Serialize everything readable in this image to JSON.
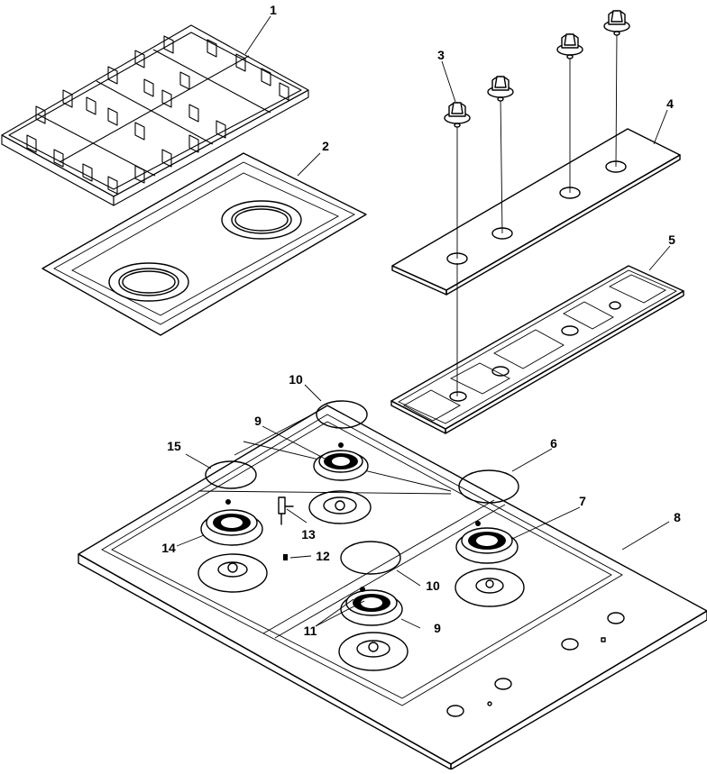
{
  "callouts": [
    {
      "id": "c1",
      "text": "1"
    },
    {
      "id": "c2",
      "text": "2"
    },
    {
      "id": "c3",
      "text": "3"
    },
    {
      "id": "c4",
      "text": "4"
    },
    {
      "id": "c5",
      "text": "5"
    },
    {
      "id": "c6",
      "text": "6"
    },
    {
      "id": "c7",
      "text": "7"
    },
    {
      "id": "c8",
      "text": "8"
    },
    {
      "id": "c9a",
      "text": "9"
    },
    {
      "id": "c9b",
      "text": "9"
    },
    {
      "id": "c10a",
      "text": "10"
    },
    {
      "id": "c10b",
      "text": "10"
    },
    {
      "id": "c11",
      "text": "11"
    },
    {
      "id": "c12",
      "text": "12"
    },
    {
      "id": "c13",
      "text": "13"
    },
    {
      "id": "c14",
      "text": "14"
    },
    {
      "id": "c15",
      "text": "15"
    }
  ]
}
